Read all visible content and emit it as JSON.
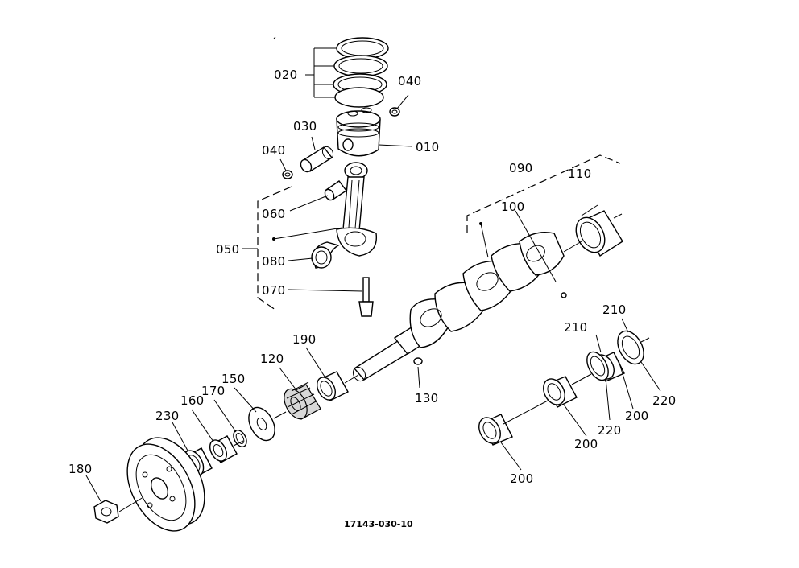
{
  "callouts": {
    "c010": "010",
    "c020": "020",
    "c030": "030",
    "c040_right": "040",
    "c040_left": "040",
    "c050": "050",
    "c060": "060",
    "c070": "070",
    "c080": "080",
    "c090": "090",
    "c100": "100",
    "c110": "110",
    "c120": "120",
    "c130": "130",
    "c150": "150",
    "c160": "160",
    "c170": "170",
    "c180": "180",
    "c190": "190",
    "c200_a": "200",
    "c200_b": "200",
    "c200_c": "200",
    "c210_a": "210",
    "c210_b": "210",
    "c220_a": "220",
    "c220_b": "220",
    "c230": "230"
  },
  "caption": "17143-030-10"
}
